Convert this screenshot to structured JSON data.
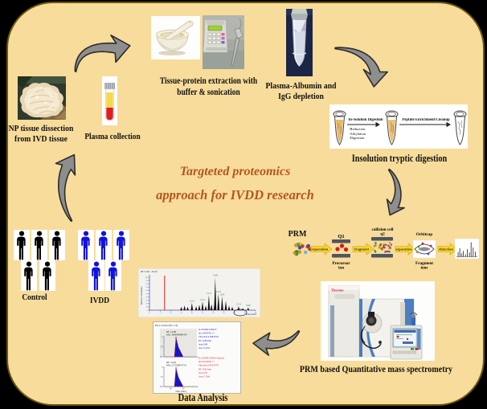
{
  "board": {
    "bg": "#f7dc9b",
    "frame": "#000000",
    "edge": "#6b570c"
  },
  "title": {
    "line1": "Targteted proteomics",
    "line2": "approach for IVDD research",
    "color": "#b4571e"
  },
  "labels": {
    "np": "NP tissue dissection\nfrom IVD tissue",
    "plasma": "Plasma collection",
    "extraction": "Tissue-protein extraction with\nbuffer & sonication",
    "depletion": "Plasma-Albumin and\nIgG depletion",
    "digestion": "Insolution tryptic digestion",
    "ms": "PRM based Quantitative mass spectrometry",
    "analysis": "Data Analysis",
    "control": "Control",
    "ivdd": "IVDD",
    "prm": "PRM"
  },
  "digestion_box": {
    "step1_title": "In-Solution Digestion",
    "step1_bullets": "-Reduction\n-Alkylation\n-Digestion",
    "step2_title": "Peptide Enrichment/Cleanup"
  },
  "prm_row": {
    "arrow1": "separation",
    "arrow2": "fragment",
    "arrow3": "separation",
    "arrow4": "detection",
    "q1": "Q1",
    "q1_below": "Precursor\nion",
    "cell": "collision cell\nq2",
    "orbitrap": "Orbitrap",
    "orbitrap_below": "Fragment\nions"
  },
  "ms_photo": {
    "brand": "Thermo"
  },
  "cohorts": {
    "control": {
      "count": 5,
      "color": "#000000"
    },
    "ivdd": {
      "count": 5,
      "color": "#1212dd"
    }
  },
  "chromatogram": {
    "header": "RT: 0.00 - 45.02",
    "ylabel": "Relative Abundance",
    "xlabel": "Time (min)",
    "red_marker_frac": 0.142,
    "peaks": [
      [
        0.3,
        0.1
      ],
      [
        0.33,
        0.14
      ],
      [
        0.36,
        0.1
      ],
      [
        0.4,
        0.22
      ],
      [
        0.44,
        0.12
      ],
      [
        0.47,
        0.16
      ],
      [
        0.5,
        0.26
      ],
      [
        0.53,
        0.14
      ],
      [
        0.56,
        0.45
      ],
      [
        0.585,
        0.18
      ],
      [
        0.615,
        0.3
      ],
      [
        0.62,
        1.0
      ],
      [
        0.65,
        0.5
      ],
      [
        0.685,
        0.42
      ],
      [
        0.72,
        0.28
      ],
      [
        0.75,
        0.14
      ],
      [
        0.78,
        0.1
      ],
      [
        0.84,
        0.12
      ],
      [
        0.88,
        0.06
      ],
      [
        0.93,
        0.08
      ]
    ],
    "peak_labels": [
      [
        0.4,
        0.22,
        "12.31"
      ],
      [
        0.5,
        0.26,
        "13.12"
      ],
      [
        0.56,
        0.45,
        "13.75"
      ],
      [
        0.62,
        1.0,
        "14.88"
      ],
      [
        0.65,
        0.5,
        "15.10"
      ],
      [
        0.685,
        0.42,
        "15.45"
      ],
      [
        0.84,
        0.12,
        "17.21"
      ],
      [
        0.93,
        0.08,
        "18.90"
      ]
    ]
  },
  "spectrum": {
    "lines": [
      [
        0.08,
        0.3
      ],
      [
        0.16,
        0.55
      ],
      [
        0.24,
        0.22
      ],
      [
        0.33,
        0.38
      ],
      [
        0.43,
        0.16
      ],
      [
        0.52,
        0.5
      ],
      [
        0.62,
        0.28
      ],
      [
        0.7,
        0.95
      ],
      [
        0.8,
        0.6
      ],
      [
        0.9,
        0.33
      ]
    ]
  },
  "particles": {
    "cluster_colors": [
      "#d2331f",
      "#e58a1f",
      "#2953c4",
      "#2e9e38",
      "#e5c61f",
      "#6db6e0"
    ],
    "cell_colors": [
      "#d2331f",
      "#2e9e38",
      "#e58a1f",
      "#2953c4",
      "#8b3fc0",
      "#e5c61f"
    ]
  },
  "xic": {
    "header": "8.01-15.92 (SN: 1/3)",
    "plots": [
      {
        "rt": "RT: 14.88",
        "ma": "MA: 3468469984197"
      },
      {
        "rt": "RT: 14.82",
        "ma": "MA: 2727608747+9"
      }
    ],
    "xlabel": "Time (min)",
    "yticks": [
      "100",
      "50",
      "0"
    ],
    "xticks": [
      "10",
      "15"
    ],
    "blue_lines": [
      "K.LSSPATLNSR.F",
      "m/z 648.8742 ++",
      "Theoretical 648.8736",
      "RT 14.88 min",
      "dotp 0.98",
      "Area 3.47e9"
    ],
    "red_lines": [
      "K.LSSPATLNSR.F (heavy)",
      "m/z 653.8784 ++",
      "Theoretical 653.8778",
      "RT 14.82 min",
      "dotp 0.97",
      "Area 2.73e9"
    ]
  }
}
